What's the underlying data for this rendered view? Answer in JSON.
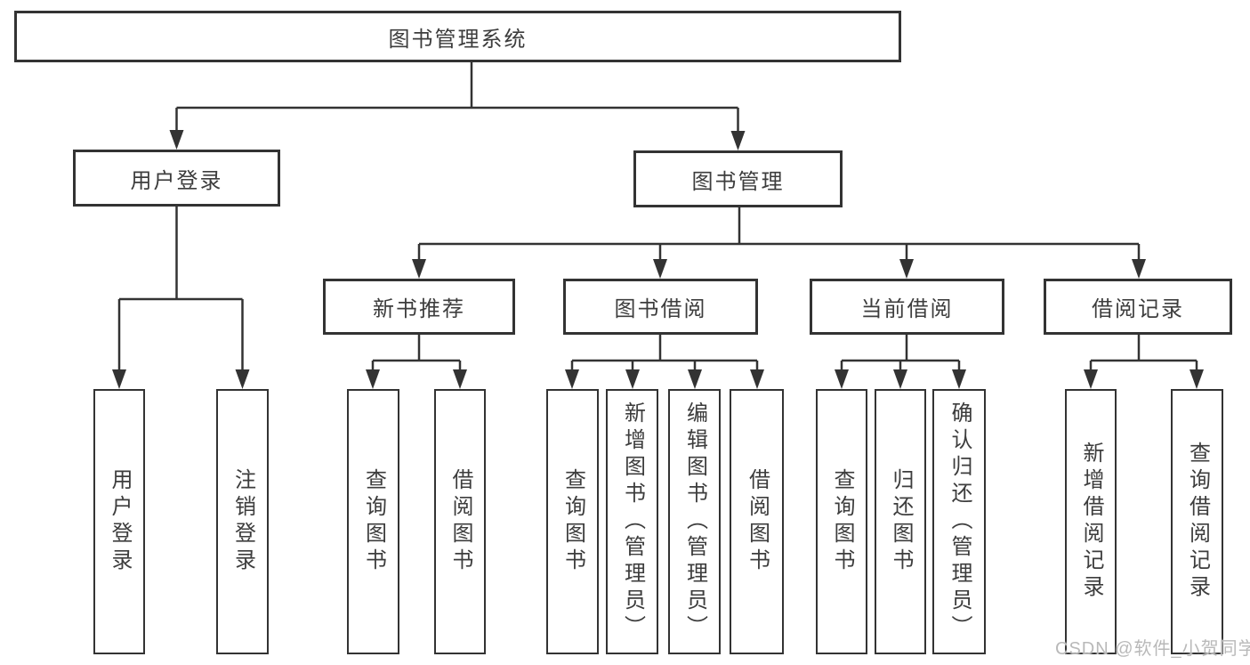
{
  "root": {
    "label": "图书管理系统"
  },
  "level2": {
    "user_login": {
      "label": "用户登录"
    },
    "book_mgmt": {
      "label": "图书管理"
    }
  },
  "level3": {
    "new_books": {
      "label": "新书推荐"
    },
    "borrow": {
      "label": "图书借阅"
    },
    "current": {
      "label": "当前借阅"
    },
    "records": {
      "label": "借阅记录"
    }
  },
  "leaves": {
    "user_login": [
      "用户登录",
      "注销登录"
    ],
    "new_books": [
      "查询图书",
      "借阅图书"
    ],
    "borrow": [
      "查询图书",
      "新增图书（管理员）",
      "编辑图书（管理员）",
      "借阅图书"
    ],
    "current": [
      "查询图书",
      "归还图书",
      "确认归还（管理员）"
    ],
    "records": [
      "新增借阅记录",
      "查询借阅记录"
    ]
  },
  "colors": {
    "line": "#333333",
    "text": "#3d3d3d",
    "watermark": "#b9b9b9",
    "background": "#ffffff"
  },
  "watermark": "CSDN @软件_小贺同学"
}
